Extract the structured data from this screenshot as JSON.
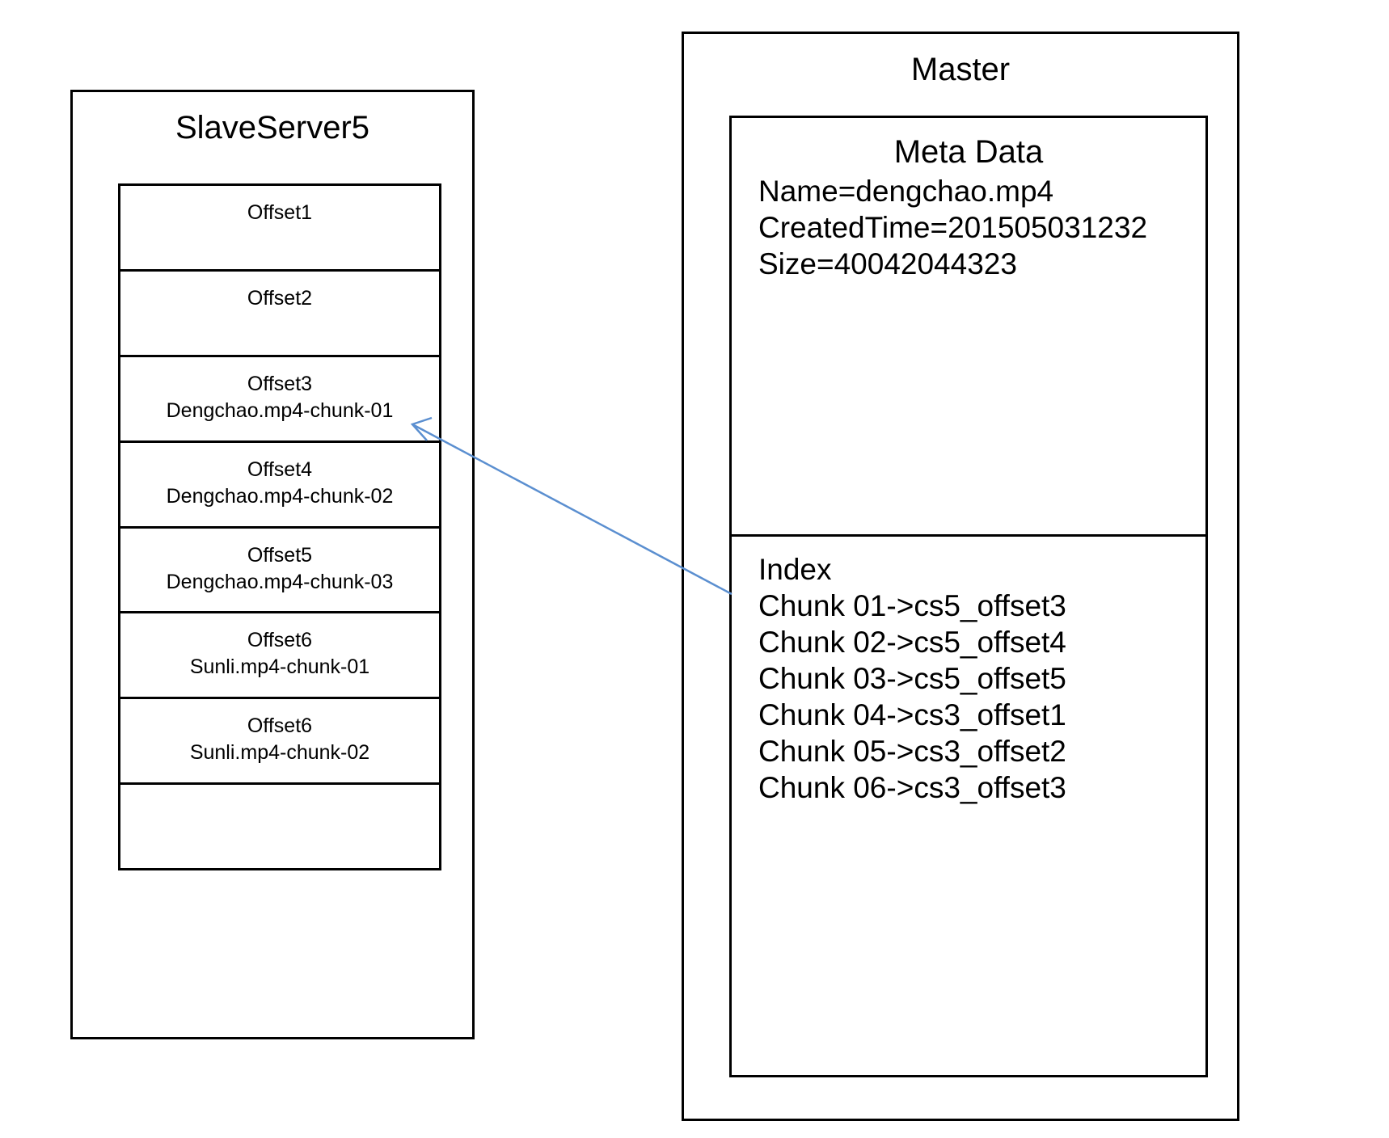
{
  "slave_server": {
    "title": "SlaveServer5",
    "slots": [
      {
        "offset": "Offset1",
        "chunk": ""
      },
      {
        "offset": "Offset2",
        "chunk": ""
      },
      {
        "offset": "Offset3",
        "chunk": "Dengchao.mp4-chunk-01"
      },
      {
        "offset": "Offset4",
        "chunk": "Dengchao.mp4-chunk-02"
      },
      {
        "offset": "Offset5",
        "chunk": "Dengchao.mp4-chunk-03"
      },
      {
        "offset": "Offset6",
        "chunk": "Sunli.mp4-chunk-01"
      },
      {
        "offset": "Offset6",
        "chunk": "Sunli.mp4-chunk-02"
      },
      {
        "offset": "",
        "chunk": ""
      }
    ]
  },
  "master": {
    "title": "Master",
    "meta_data": {
      "title": "Meta Data",
      "lines": [
        "Name=dengchao.mp4",
        "CreatedTime=201505031232",
        "Size=40042044323"
      ]
    },
    "index": {
      "title": "Index",
      "lines": [
        "Chunk 01->cs5_offset3",
        "Chunk 02->cs5_offset4",
        "Chunk 03->cs5_offset5",
        "Chunk 04->cs3_offset1",
        "Chunk 05->cs3_offset2",
        "Chunk 06->cs3_offset3"
      ]
    }
  },
  "arrow": {
    "color": "#5b8fd0",
    "from": "master.index",
    "to": "slave_server.slots.2"
  }
}
